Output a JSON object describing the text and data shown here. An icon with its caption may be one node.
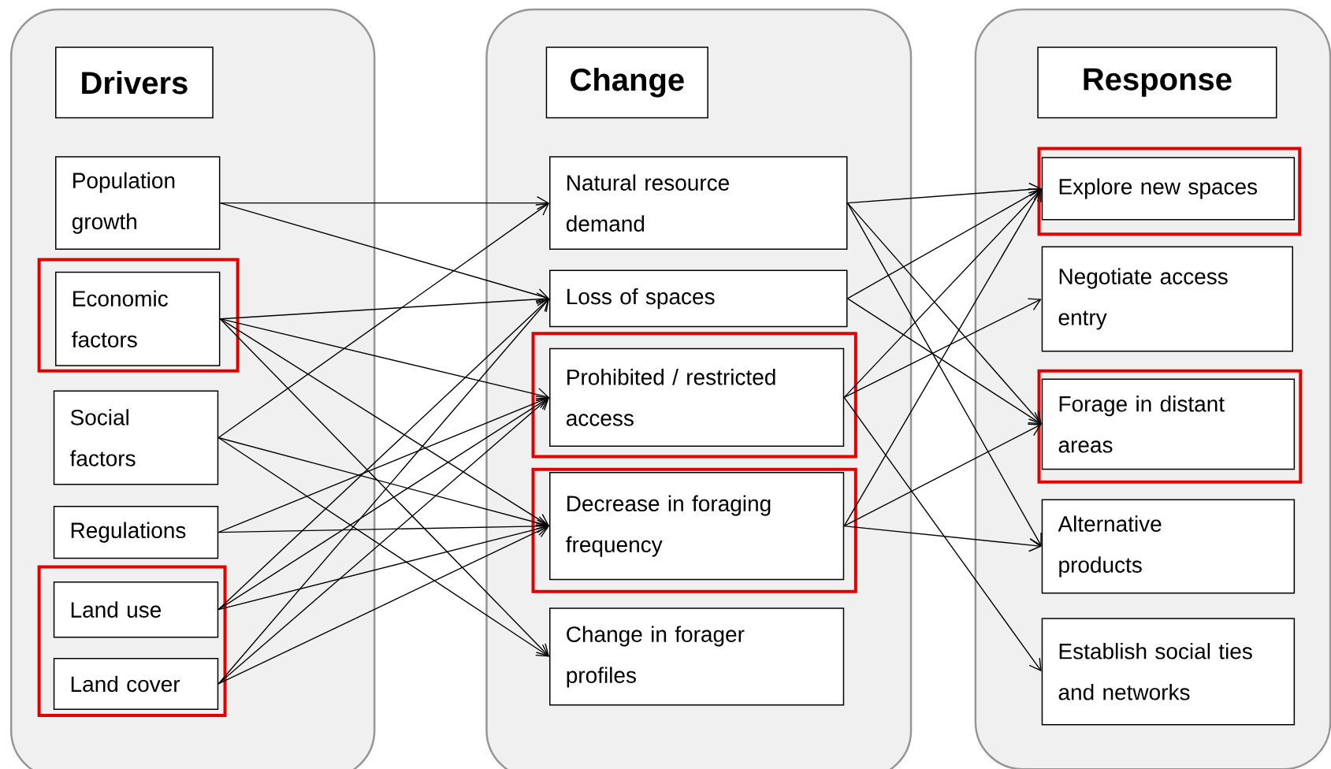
{
  "diagram": {
    "nodes": [
      {
        "text": [],
        "shape": "box"
      },
      {
        "text": [
          "Drivers"
        ],
        "in": 0
      },
      {
        "text": [
          "Population growth"
        ],
        "in": 0
      },
      {
        "text": [
          "Economic factors"
        ],
        "in": 0
      },
      {
        "text": [
          "Social factors"
        ],
        "in": 0
      },
      {
        "text": [
          "Regulations"
        ],
        "in": 0
      },
      {
        "text": [
          "Land use"
        ],
        "in": 0
      },
      {
        "text": [
          "Land cover"
        ],
        "in": 0
      },
      {
        "text": [],
        "shape": "box"
      },
      {
        "text": [
          "Change"
        ],
        "in": 8
      },
      {
        "text": [
          "Natural resource demand"
        ],
        "in": 8
      },
      {
        "text": [
          "Loss of spaces"
        ],
        "in": 8
      },
      {
        "text": [
          "Prohibited / restricted access"
        ],
        "in": 8
      },
      {
        "text": [
          "Decrease in foraging frequency"
        ],
        "in": 8
      },
      {
        "text": [
          "Change in forager profiles"
        ],
        "in": 8
      },
      {
        "text": [],
        "shape": "box"
      },
      {
        "text": [
          "Response"
        ],
        "in": 15
      },
      {
        "text": [
          "Explore new spaces"
        ],
        "in": 15
      },
      {
        "text": [
          "Negotiate access entry"
        ],
        "in": 15
      },
      {
        "text": [
          "Forage in distant areas"
        ],
        "in": 15
      },
      {
        "text": [
          "Alternative products"
        ],
        "in": 15
      },
      {
        "text": [
          "Establish social ties and networks"
        ],
        "in": 15
      }
    ],
    "edges": [
      {
        "from": 2,
        "to": 10,
        "arrow": "to"
      },
      {
        "from": 2,
        "to": 11,
        "arrow": "to"
      },
      {
        "from": 3,
        "to": 11,
        "arrow": "to"
      },
      {
        "from": 3,
        "to": 12,
        "arrow": "to"
      },
      {
        "from": 3,
        "to": 13,
        "arrow": "to"
      },
      {
        "from": 3,
        "to": 14,
        "arrow": "to"
      },
      {
        "from": 4,
        "to": 10,
        "arrow": "to"
      },
      {
        "from": 4,
        "to": 13,
        "arrow": "to"
      },
      {
        "from": 4,
        "to": 14,
        "arrow": "to"
      },
      {
        "from": 5,
        "to": 12,
        "arrow": "to"
      },
      {
        "from": 5,
        "to": 13,
        "arrow": "to"
      },
      {
        "from": 6,
        "to": 11,
        "arrow": "to"
      },
      {
        "from": 6,
        "to": 12,
        "arrow": "to"
      },
      {
        "from": 6,
        "to": 13,
        "arrow": "to"
      },
      {
        "from": 7,
        "to": 11,
        "arrow": "to"
      },
      {
        "from": 7,
        "to": 12,
        "arrow": "to"
      },
      {
        "from": 7,
        "to": 13,
        "arrow": "to"
      },
      {
        "from": 10,
        "to": 17,
        "arrow": "to"
      },
      {
        "from": 10,
        "to": 19,
        "arrow": "to"
      },
      {
        "from": 10,
        "to": 20,
        "arrow": "to"
      },
      {
        "from": 11,
        "to": 17,
        "arrow": "to"
      },
      {
        "from": 11,
        "to": 19,
        "arrow": "to"
      },
      {
        "from": 12,
        "to": 17,
        "arrow": "to"
      },
      {
        "from": 12,
        "to": 18,
        "arrow": "to"
      },
      {
        "from": 12,
        "to": 21,
        "arrow": "to"
      },
      {
        "from": 13,
        "to": 17,
        "arrow": "to"
      },
      {
        "from": 13,
        "to": 19,
        "arrow": "to"
      },
      {
        "from": 13,
        "to": 20,
        "arrow": "to"
      }
    ]
  }
}
